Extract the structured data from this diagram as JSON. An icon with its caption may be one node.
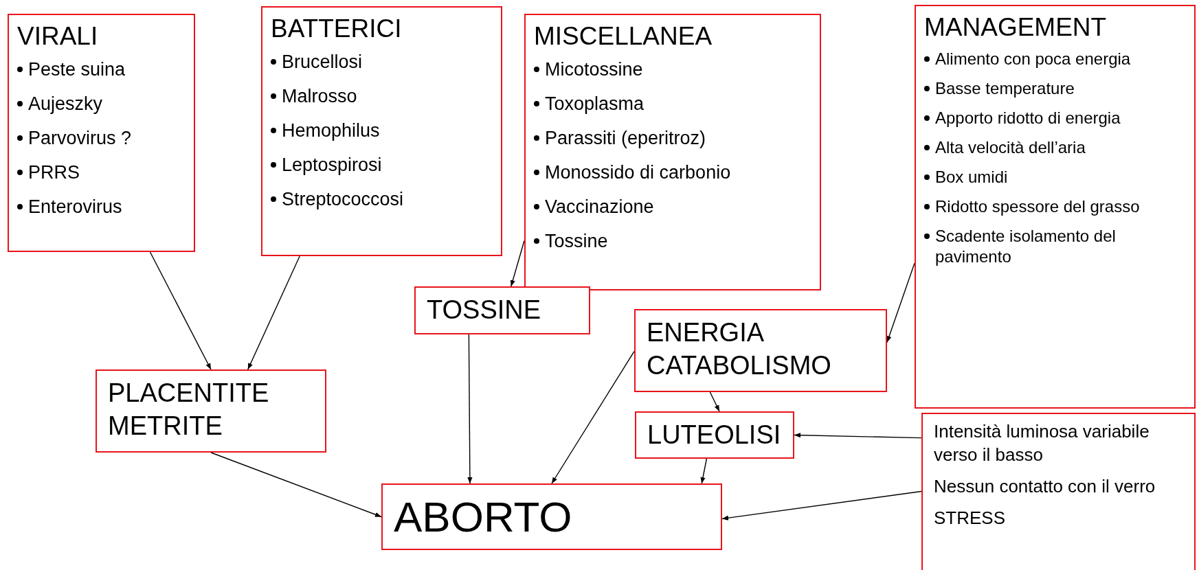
{
  "diagram": {
    "nodes": [
      {
        "text": [
          "VIRALI",
          "Peste suina",
          "Aujeszky",
          "Parvovirus ?",
          "PRRS",
          "Enterovirus"
        ]
      },
      {
        "text": [
          "BATTERICI",
          "Brucellosi",
          "Malrosso",
          "Hemophilus",
          "Leptospirosi",
          "Streptococcosi"
        ]
      },
      {
        "text": [
          "MISCELLANEA",
          "Micotossine",
          "Toxoplasma",
          "Parassiti (eperitroz)",
          "Monossido di carbonio",
          "Vaccinazione",
          "Tossine"
        ]
      },
      {
        "text": [
          "MANAGEMENT",
          "Alimento con poca energia",
          "Basse temperature",
          "Apporto ridotto di energia",
          "Alta velocità dell’aria",
          "Box umidi",
          "Ridotto spessore del grasso",
          "Scadente isolamento del pavimento"
        ]
      },
      {
        "text": [
          "TOSSINE"
        ]
      },
      {
        "text": [
          "ENERGIA CATABOLISMO"
        ]
      },
      {
        "text": [
          "PLACENTITE METRITE"
        ]
      },
      {
        "text": [
          "LUTEOLISI"
        ]
      },
      {
        "text": [
          "Intensità luminosa variabile verso il basso",
          "Nessun contatto con il verro",
          "STRESS"
        ]
      },
      {
        "text": [
          "ABORTO"
        ]
      }
    ],
    "edges": [
      {
        "from": 0,
        "to": 6,
        "arrow": "to"
      },
      {
        "from": 1,
        "to": 6,
        "arrow": "to"
      },
      {
        "from": 2,
        "to": 4,
        "arrow": "to"
      },
      {
        "from": 4,
        "to": 9,
        "arrow": "to"
      },
      {
        "from": 3,
        "to": 5,
        "arrow": "to"
      },
      {
        "from": 5,
        "to": 7,
        "arrow": "to"
      },
      {
        "from": 5,
        "to": 9,
        "arrow": "to"
      },
      {
        "from": 7,
        "to": 9,
        "arrow": "to"
      },
      {
        "from": 8,
        "to": 7,
        "arrow": "to"
      },
      {
        "from": 8,
        "to": 9,
        "arrow": "to"
      },
      {
        "from": 6,
        "to": 9,
        "arrow": "to"
      }
    ]
  }
}
